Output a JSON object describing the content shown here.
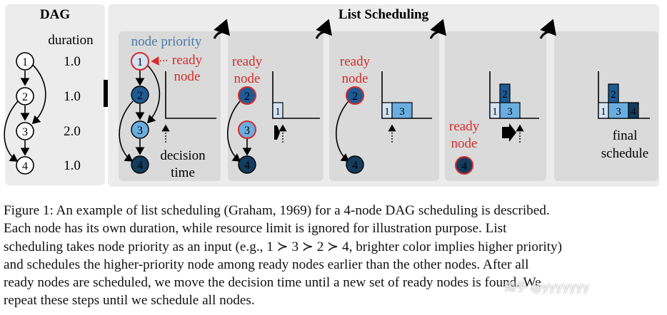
{
  "figure": {
    "dag_panel": {
      "title": "DAG",
      "duration_header": "duration",
      "nodes": [
        {
          "label": "1",
          "duration": "1.0"
        },
        {
          "label": "2",
          "duration": "1.0"
        },
        {
          "label": "3",
          "duration": "2.0"
        },
        {
          "label": "4",
          "duration": "1.0"
        }
      ]
    },
    "scheduling_panel": {
      "title": "List Scheduling",
      "node_priority_label": "node priority",
      "ready_node_line1": "ready",
      "ready_node_line2": "node",
      "decision_time_line1": "decision",
      "decision_time_line2": "time",
      "final_schedule_line1": "final",
      "final_schedule_line2": "schedule",
      "block_labels": [
        "1",
        "2",
        "3",
        "4"
      ]
    },
    "colors": {
      "node1": "#d4e3f3",
      "node2": "#1e5a94",
      "node3": "#6aaee0",
      "node4": "#133c5e",
      "ready_red": "#d42b2b",
      "priority_blue": "#4a78a8",
      "step_bg": "#dadada",
      "panel_bg": "#ececec"
    }
  },
  "caption": {
    "lines": [
      "Figure 1: An example of list scheduling (Graham, 1969) for a 4-node DAG scheduling is described.",
      "Each node has its own duration, while resource limit is ignored for illustration purpose.  List",
      "scheduling takes node priority as an input (e.g., 1 ≻ 3 ≻ 2 ≻ 4, brighter color implies higher priority)",
      "and schedules the higher-priority node among ready nodes earlier than the other nodes. After all",
      "ready nodes are scheduled, we move the decision time until a new set of ready nodes is found. We",
      "repeat these steps until we schedule all nodes."
    ]
  },
  "watermark": "知乎 @yyyyyyy"
}
